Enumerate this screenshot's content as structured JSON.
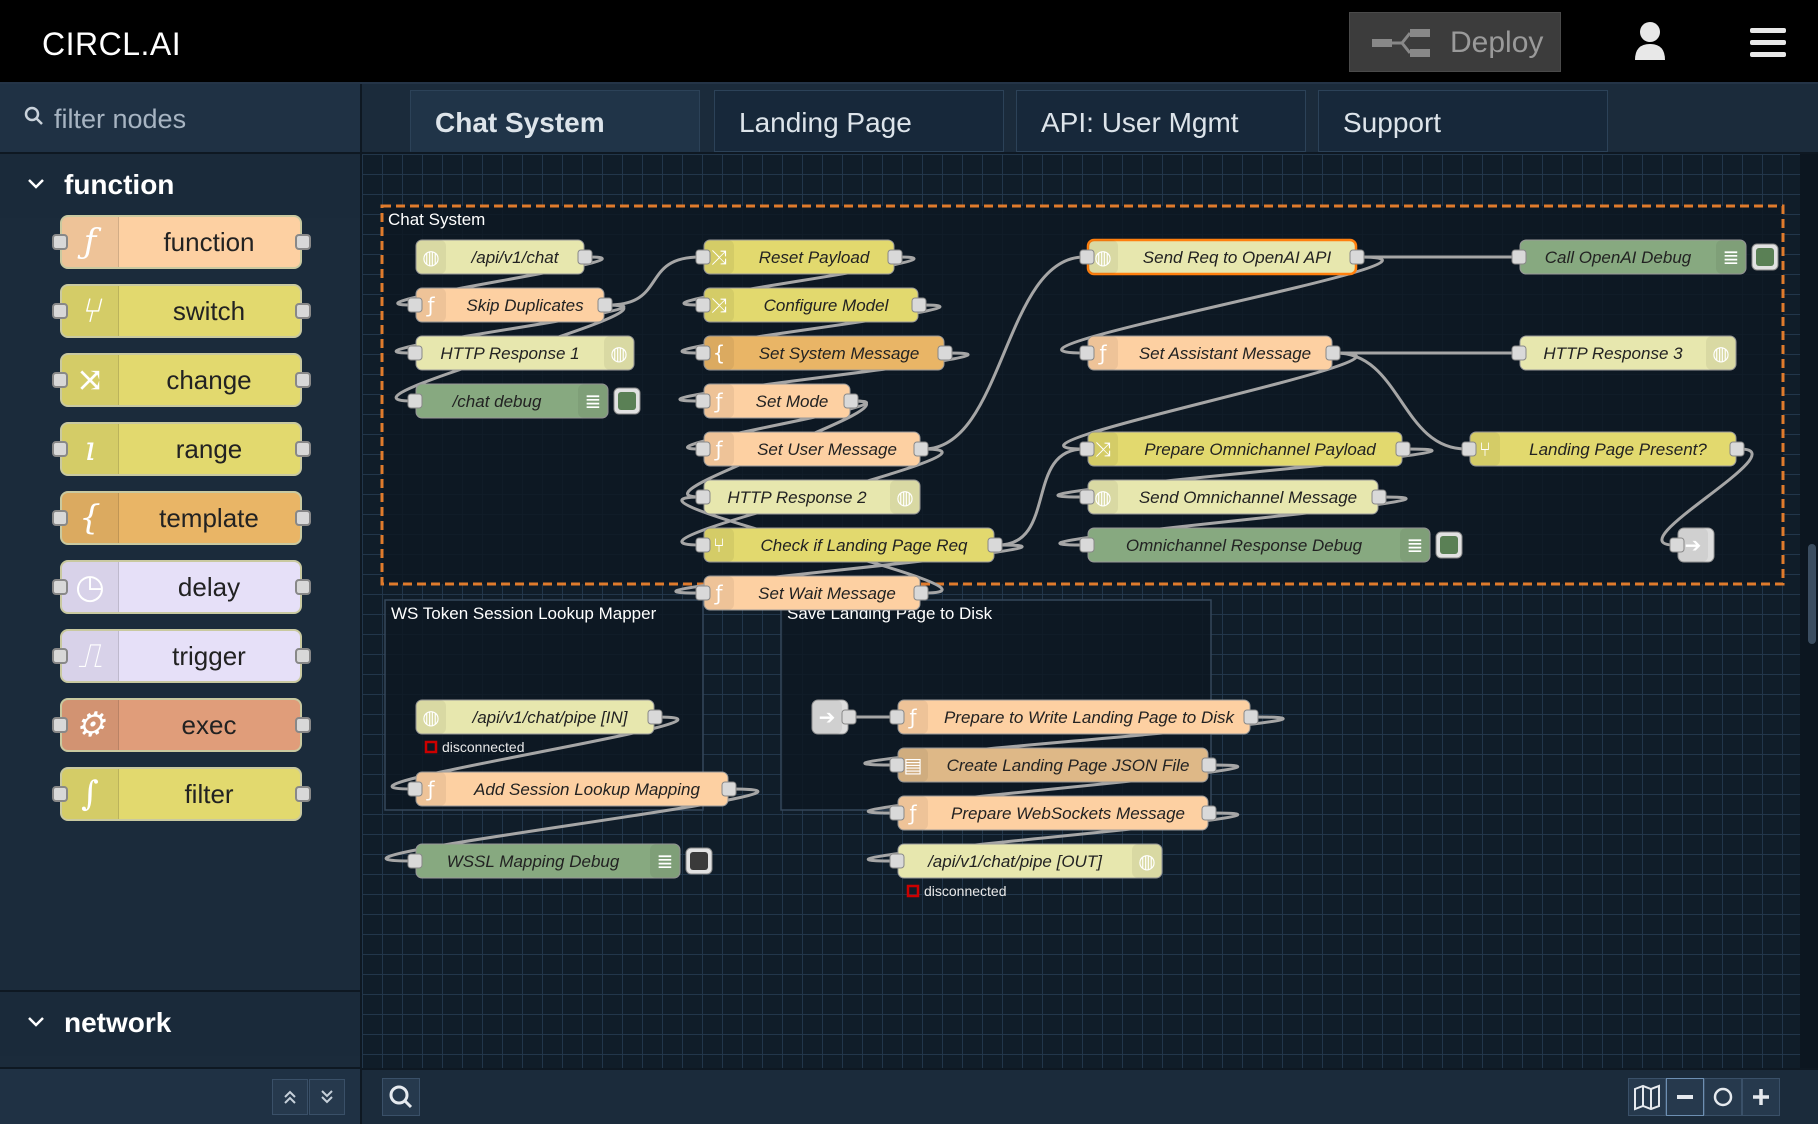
{
  "header": {
    "brand": "CIRCL.AI",
    "deploy_label": "Deploy"
  },
  "palette": {
    "filter_placeholder": "filter nodes",
    "categories": [
      "function",
      "network"
    ],
    "nodes": [
      {
        "label": "function",
        "icon": "function-icon",
        "color": "#fdd0a2"
      },
      {
        "label": "switch",
        "icon": "switch-icon",
        "color": "#e2d96e"
      },
      {
        "label": "change",
        "icon": "change-icon",
        "color": "#e2d96e"
      },
      {
        "label": "range",
        "icon": "range-icon",
        "color": "#e2d96e"
      },
      {
        "label": "template",
        "icon": "template-icon",
        "color": "#e9b566"
      },
      {
        "label": "delay",
        "icon": "delay-icon",
        "color": "#e6e0f8"
      },
      {
        "label": "trigger",
        "icon": "trigger-icon",
        "color": "#e6e0f8"
      },
      {
        "label": "exec",
        "icon": "gear-icon",
        "color": "#e09d7a"
      },
      {
        "label": "filter",
        "icon": "filter-icon",
        "color": "#e2d96e"
      }
    ]
  },
  "tabs": [
    "Chat System",
    "Landing Page",
    "API: User Mgmt",
    "Support"
  ],
  "groups": [
    {
      "id": "g1",
      "label": "Chat System"
    },
    {
      "id": "g2",
      "label": "WS Token Session Lookup Mapper"
    },
    {
      "id": "g3",
      "label": "Save Landing Page to Disk"
    }
  ],
  "nodes": [
    {
      "id": "n1",
      "label": "/api/v1/chat",
      "type": "http-in",
      "color": "#e7e7ae"
    },
    {
      "id": "n2",
      "label": "Skip Duplicates",
      "type": "function",
      "color": "#fdd0a2"
    },
    {
      "id": "n3",
      "label": "HTTP Response 1",
      "type": "http-out",
      "color": "#e7e7ae"
    },
    {
      "id": "n4",
      "label": "/chat debug",
      "type": "debug",
      "color": "#87a980"
    },
    {
      "id": "n5",
      "label": "Reset Payload",
      "type": "change",
      "color": "#e2d96e"
    },
    {
      "id": "n6",
      "label": "Configure Model",
      "type": "change",
      "color": "#e2d96e"
    },
    {
      "id": "n7",
      "label": "Set System Message",
      "type": "template",
      "color": "#e9b566"
    },
    {
      "id": "n8",
      "label": "Set Mode",
      "type": "function",
      "color": "#fdd0a2"
    },
    {
      "id": "n9",
      "label": "Set User Message",
      "type": "function",
      "color": "#fdd0a2"
    },
    {
      "id": "n10",
      "label": "HTTP Response 2",
      "type": "http-out",
      "color": "#e7e7ae"
    },
    {
      "id": "n11",
      "label": "Check if Landing Page Req",
      "type": "switch",
      "color": "#e2d96e"
    },
    {
      "id": "n12",
      "label": "Set Wait Message",
      "type": "function",
      "color": "#fdd0a2"
    },
    {
      "id": "n13",
      "label": "Send Req to OpenAI API",
      "type": "http-request",
      "color": "#e7e7ae"
    },
    {
      "id": "n14",
      "label": "Call OpenAI Debug",
      "type": "debug",
      "color": "#87a980"
    },
    {
      "id": "n15",
      "label": "Set Assistant Message",
      "type": "function",
      "color": "#fdd0a2"
    },
    {
      "id": "n16",
      "label": "HTTP Response 3",
      "type": "http-out",
      "color": "#e7e7ae"
    },
    {
      "id": "n17",
      "label": "Prepare Omnichannel Payload",
      "type": "change",
      "color": "#e2d96e"
    },
    {
      "id": "n18",
      "label": "Landing Page Present?",
      "type": "switch",
      "color": "#e2d96e"
    },
    {
      "id": "n19",
      "label": "Send Omnichannel Message",
      "type": "http-request",
      "color": "#e7e7ae"
    },
    {
      "id": "n20",
      "label": "Omnichannel Response Debug",
      "type": "debug",
      "color": "#87a980"
    },
    {
      "id": "n21",
      "label": "",
      "type": "link-out",
      "color": "#dddddd"
    },
    {
      "id": "n22",
      "label": "/api/v1/chat/pipe [IN]",
      "type": "websocket-in",
      "color": "#e7e7ae"
    },
    {
      "id": "n23",
      "label": "Add Session Lookup Mapping",
      "type": "function",
      "color": "#fdd0a2"
    },
    {
      "id": "n24",
      "label": "WSSL Mapping Debug",
      "type": "debug",
      "color": "#87a980"
    },
    {
      "id": "n25",
      "label": "",
      "type": "link-in",
      "color": "#dddddd"
    },
    {
      "id": "n26",
      "label": "Prepare to Write Landing Page to Disk",
      "type": "function",
      "color": "#fdd0a2"
    },
    {
      "id": "n27",
      "label": "Create Landing Page JSON File",
      "type": "file",
      "color": "#deb887"
    },
    {
      "id": "n28",
      "label": "Prepare WebSockets Message",
      "type": "function",
      "color": "#fdd0a2"
    },
    {
      "id": "n29",
      "label": "/api/v1/chat/pipe [OUT]",
      "type": "websocket-out",
      "color": "#e7e7ae"
    }
  ],
  "status": [
    {
      "node": "n22",
      "text": "disconnected",
      "color": "#cc0000"
    },
    {
      "node": "n29",
      "text": "disconnected",
      "color": "#cc0000"
    }
  ],
  "colors": {
    "selection": "#e07b2c",
    "wire": "#a6a6a6",
    "workspace": "#101d29"
  }
}
